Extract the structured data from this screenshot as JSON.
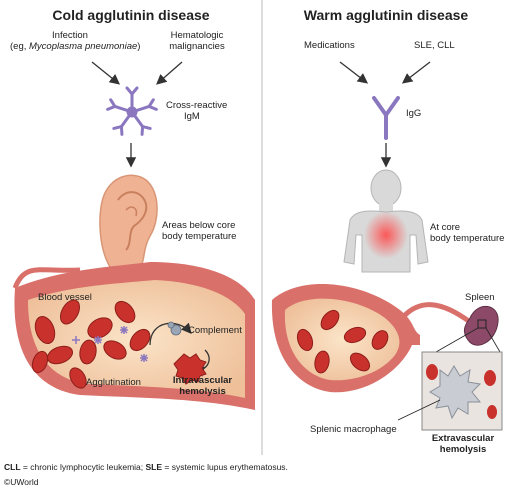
{
  "left": {
    "title": "Cold agglutinin disease",
    "cause1_line1": "Infection",
    "cause1_line2_pre": "(eg, ",
    "cause1_line2_em": "Mycoplasma pneumoniae",
    "cause1_line2_post": ")",
    "cause2_line1": "Hematologic",
    "cause2_line2": "malignancies",
    "antibody_line1": "Cross-reactive",
    "antibody_line2": "IgM",
    "site_line1": "Areas below core",
    "site_line2": "body temperature",
    "vessel_label": "Blood vessel",
    "complement_label": "Complement",
    "agglutination_label": "Agglutination",
    "outcome_line1": "Intravascular",
    "outcome_line2": "hemolysis"
  },
  "right": {
    "title": "Warm agglutinin disease",
    "cause1": "Medications",
    "cause2": "SLE, CLL",
    "antibody": "IgG",
    "site_line1": "At core",
    "site_line2": "body temperature",
    "spleen_label": "Spleen",
    "macrophage_label": "Splenic macrophage",
    "outcome_line1": "Extravascular",
    "outcome_line2": "hemolysis"
  },
  "footer": {
    "abbr1": "CLL",
    "def1": " = chronic lymphocytic leukemia; ",
    "abbr2": "SLE",
    "def2": " = systemic lupus erythematosus.",
    "copyright": "©UWorld"
  },
  "colors": {
    "igm": "#8a77c0",
    "vessel_outer": "#d9706a",
    "vessel_inner": "#f6d7b4",
    "rbc": "#c8312c",
    "skin": "#efb394",
    "body_glow": "#e84b4b",
    "spleen": "#8c4a68"
  }
}
